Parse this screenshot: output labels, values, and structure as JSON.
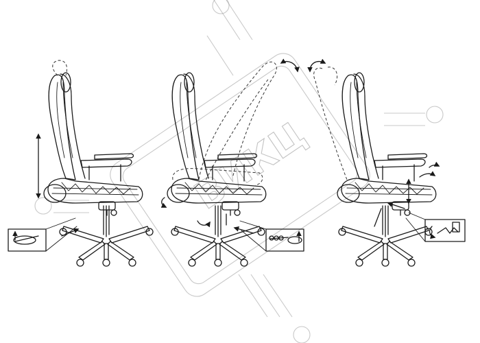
{
  "colors": {
    "ink": "#1a1a1a",
    "watermark": "#9a9a9a",
    "background": "#ffffff"
  },
  "watermark": {
    "text": "ВИКЦ"
  },
  "panels": [
    {
      "id": "height-adjust",
      "icons": [
        "vertical-double-arrow-icon",
        "lever-pull-up-icon"
      ]
    },
    {
      "id": "recline-adjust",
      "icons": [
        "rotate-arrow-icon",
        "lever-pull-up-icon"
      ]
    },
    {
      "id": "armrest-tilt-adjust",
      "icons": [
        "rotate-arrow-icon",
        "vertical-double-arrow-icon",
        "lever-press-icon"
      ]
    }
  ]
}
